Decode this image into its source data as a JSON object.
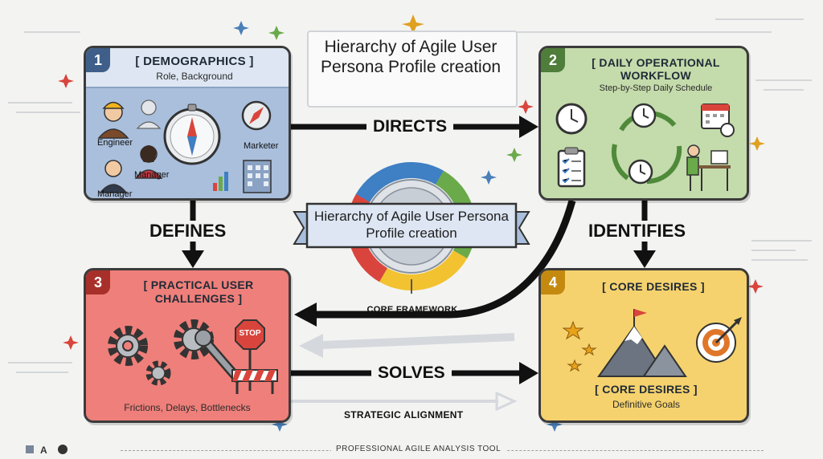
{
  "title": "Hierarchy of Agile User Persona Profile creation",
  "ribbon_title": "Hierarchy of Agile User Persona Profile creation",
  "center_caption": "CORE FRAMEWORK",
  "footer": "PROFESSIONAL AGILE ANALYSIS TOOL",
  "bottom_caption": "STRATEGIC ALIGNMENT",
  "connectors": {
    "directs": "DIRECTS",
    "defines": "DEFINES",
    "identifies": "IDENTIFIES",
    "solves": "SOLVES"
  },
  "cards": [
    {
      "number": "1",
      "title": "[ DEMOGRAPHICS ]",
      "subtitle": "Role, Background",
      "labels": [
        "Engineer",
        "Manager",
        "Manager",
        "Marketer"
      ]
    },
    {
      "number": "2",
      "title_line1": "[ DAILY OPERATIONAL",
      "title_line2": "WORKFLOW",
      "subtitle": "Step-by-Step Daily Schedule"
    },
    {
      "number": "3",
      "title_line1": "[ PRACTICAL USER",
      "title_line2": "CHALLENGES ]",
      "subtitle": "Frictions, Delays, Bottlenecks",
      "sign": "STOP"
    },
    {
      "number": "4",
      "title": "[ CORE DESIRES ]",
      "title2": "[ CORE DESIRES ]",
      "subtitle": "Definitive Goals"
    }
  ],
  "colors": {
    "card1": "#a9bfdc",
    "card1_header": "#dde6f2",
    "card2": "#c4dbab",
    "card3": "#ef7f7a",
    "card4": "#f5d26e",
    "ring_blue": "#3f7fc4",
    "ring_green": "#6aaa4a",
    "ring_yellow": "#f2c230",
    "ring_red": "#d9453c"
  }
}
